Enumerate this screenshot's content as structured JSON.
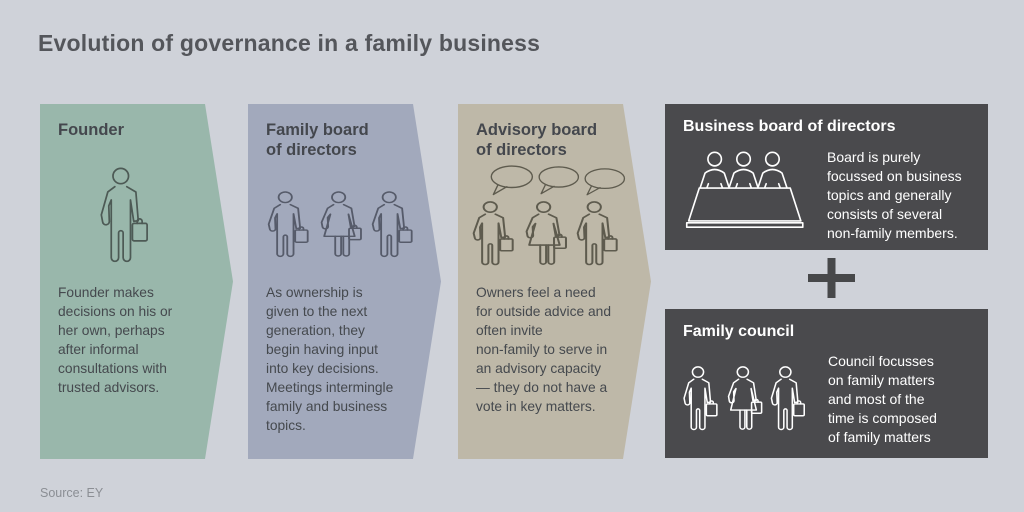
{
  "title": "Evolution of governance in a family business",
  "source_note": "Source: EY",
  "colors": {
    "background": "#cfd2d9",
    "title": "#54565b",
    "heading": "#44474d",
    "panel_text": "#45494e",
    "dark_panel": "#4a4a4d",
    "dark_panel_text": "#ffffff",
    "plus": "#47484a",
    "source": "#8b8e94"
  },
  "stages": [
    {
      "label": "Founder",
      "description": "Founder makes\ndecisions on his or\nher own, perhaps\nafter informal\nconsultations with\ntrusted advisors.",
      "color": "#99b7ab",
      "icon_color": "#4d5a55",
      "icon": "person-with-briefcase-icon"
    },
    {
      "label": "Family board\nof directors",
      "description": "As ownership is\ngiven to the next\ngeneration, they\nbegin having input\ninto key decisions.\nMeetings intermingle\nfamily and business\ntopics.",
      "color": "#a2a9bc",
      "icon_color": "#565b6a",
      "icon": "three-people-with-briefcases-icon"
    },
    {
      "label": "Advisory board\nof directors",
      "description": "Owners feel a need\nfor outside advice and\noften invite\nnon-family to serve in\nan advisory capacity\n— they do not have a\nvote in key matters.",
      "color": "#beb8a8",
      "icon_color": "#5e5b4e",
      "icon": "three-people-with-speech-bubbles-icon"
    }
  ],
  "outcomes": [
    {
      "label": "Business board of directors",
      "description": "Board is purely\nfocussed on business\ntopics and generally\nconsists of several\nnon-family members.",
      "icon": "board-of-directors-table-icon"
    },
    {
      "label": "Family council",
      "description": "Council focusses\non family matters\nand most of the\ntime is composed\nof family matters",
      "icon": "three-people-with-briefcases-icon"
    }
  ],
  "connector": "plus-icon"
}
